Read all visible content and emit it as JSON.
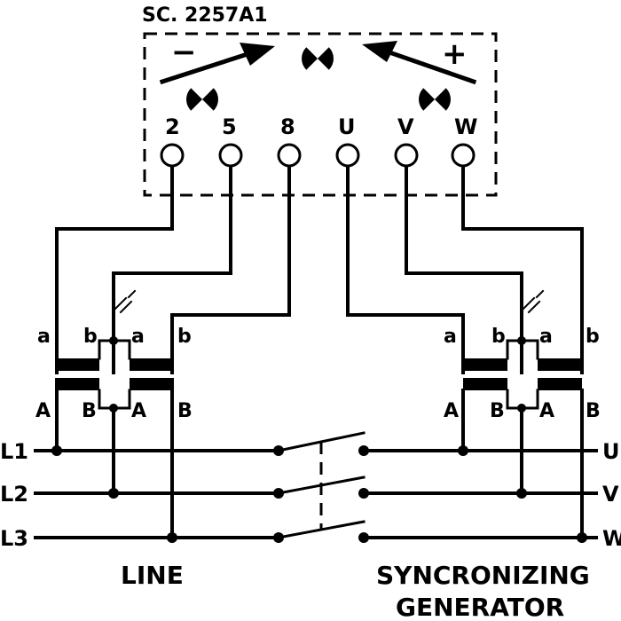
{
  "diagram": {
    "title": "SC. 2257A1",
    "meter": {
      "minus": "−",
      "plus": "+",
      "terminals": [
        "2",
        "5",
        "8",
        "U",
        "V",
        "W"
      ]
    },
    "transformers": {
      "left": {
        "secondary": [
          "a",
          "b",
          "a",
          "b"
        ],
        "primary": [
          "A",
          "B",
          "A",
          "B"
        ]
      },
      "right": {
        "secondary": [
          "a",
          "b",
          "a",
          "b"
        ],
        "primary": [
          "A",
          "B",
          "A",
          "B"
        ]
      }
    },
    "line_phases": [
      "L1",
      "L2",
      "L3"
    ],
    "generator_phases": [
      "U",
      "V",
      "W"
    ],
    "captions": {
      "line": "LINE",
      "generator_1": "SYNCRONIZING",
      "generator_2": "GENERATOR"
    }
  }
}
